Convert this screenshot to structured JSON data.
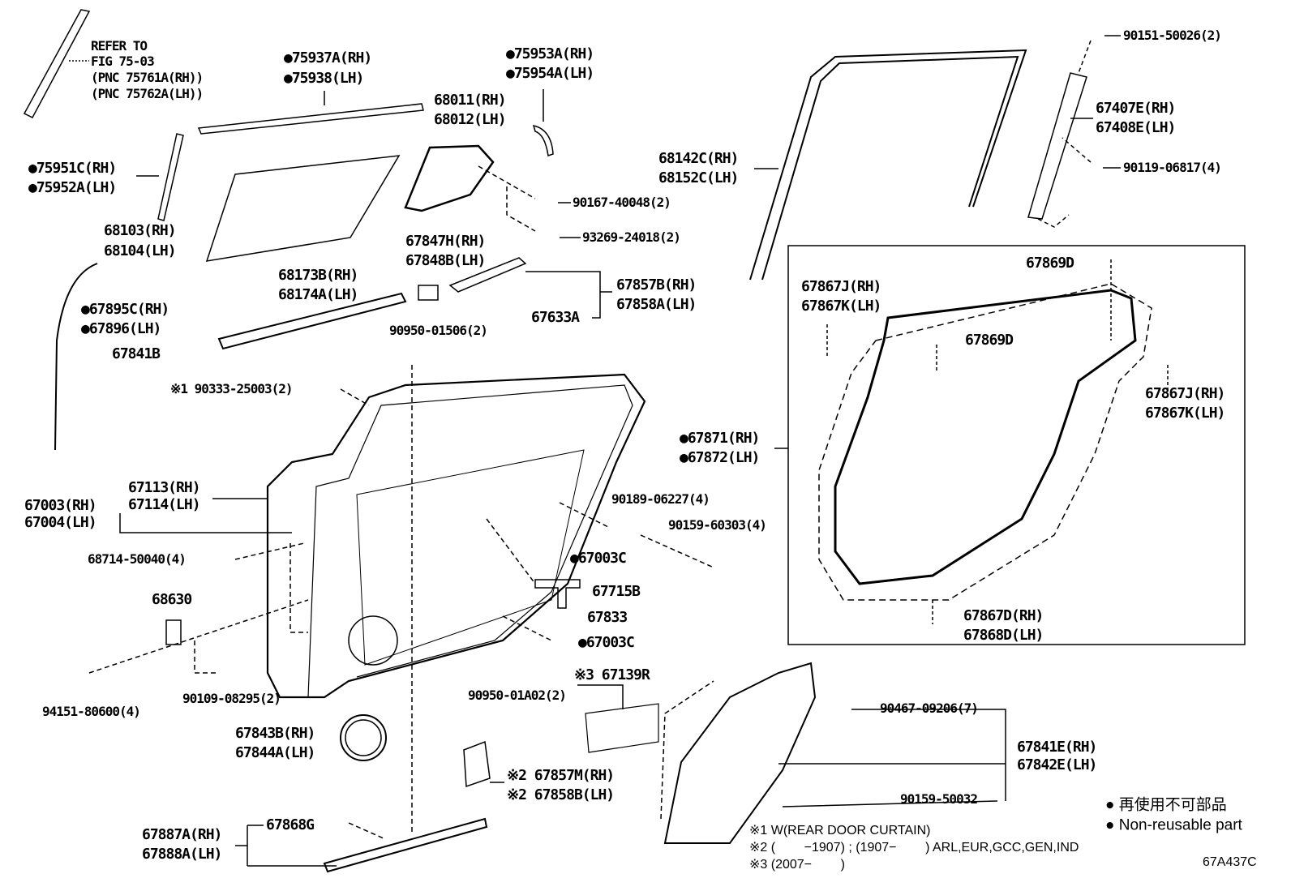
{
  "labels": {
    "refer1": "REFER TO",
    "refer2": "FIG 75-03",
    "refer3": "(PNC 75761A(RH))",
    "refer4": "(PNC 75762A(LH))",
    "p75937A": "●75937A(RH)",
    "p75938": "●75938(LH)",
    "p75953A": "●75953A(RH)",
    "p75954A": "●75954A(LH)",
    "p68011": "68011(RH)",
    "p68012": "68012(LH)",
    "p75951C": "●75951C(RH)",
    "p75952A": "●75952A(LH)",
    "p68103": "68103(RH)",
    "p68104": "68104(LH)",
    "p90167": "90167-40048(2)",
    "p93269": "93269-24018(2)",
    "p67847H": "67847H(RH)",
    "p67848B": "67848B(LH)",
    "p68173B": "68173B(RH)",
    "p68174A": "68174A(LH)",
    "p67857B": "67857B(RH)",
    "p67858A": "67858A(LH)",
    "p67633A": "67633A",
    "p67895C": "●67895C(RH)",
    "p67896": "●67896(LH)",
    "p67841B": "67841B",
    "p90950a": "90950-01506(2)",
    "p90333": "※1 90333-25003(2)",
    "p68142C": "68142C(RH)",
    "p68152C": "68152C(LH)",
    "p90151": "90151-50026(2)",
    "p67407E": "67407E(RH)",
    "p67408E": "67408E(LH)",
    "p90119": "90119-06817(4)",
    "p67869Da": "67869D",
    "p67867Ja": "67867J(RH)",
    "p67867Ka": "67867K(LH)",
    "p67869Db": "67869D",
    "p67867Jb": "67867J(RH)",
    "p67867Kb": "67867K(LH)",
    "p67871": "●67871(RH)",
    "p67872": "●67872(LH)",
    "p67113": "67113(RH)",
    "p67114": "67114(LH)",
    "p67003": "67003(RH)",
    "p67004": "67004(LH)",
    "p90189": "90189-06227(4)",
    "p90159a": "90159-60303(4)",
    "p68714": "68714-50040(4)",
    "p68630": "68630",
    "p67003Ca": "●67003C",
    "p67715B": "67715B",
    "p67833": "67833",
    "p67003Cb": "●67003C",
    "p67867D": "67867D(RH)",
    "p67868D": "67868D(LH)",
    "p67139R": "※3 67139R",
    "p90950b": "90950-01A02(2)",
    "p94151": "94151-80600(4)",
    "p90109": "90109-08295(2)",
    "p90467": "90467-09206(7)",
    "p67841E": "67841E(RH)",
    "p67842E": "67842E(LH)",
    "p67843B": "67843B(RH)",
    "p67844A": "67844A(LH)",
    "p67857M": "※2 67857M(RH)",
    "p67858B": "※2 67858B(LH)",
    "p90159b": "90159-50032",
    "p67887A": "67887A(RH)",
    "p67888A": "67888A(LH)",
    "p67868G": "67868G"
  },
  "legend": {
    "jp": "● 再使用不可部品",
    "en": "● Non-reusable part"
  },
  "notes": {
    "n1": "※1 W(REAR DOOR CURTAIN)",
    "n2": "※2 (        −1907) ; (1907−        ) ARL,EUR,GCC,GEN,IND",
    "n3": "※3 (2007−        )"
  },
  "figure_id": "67A437C"
}
